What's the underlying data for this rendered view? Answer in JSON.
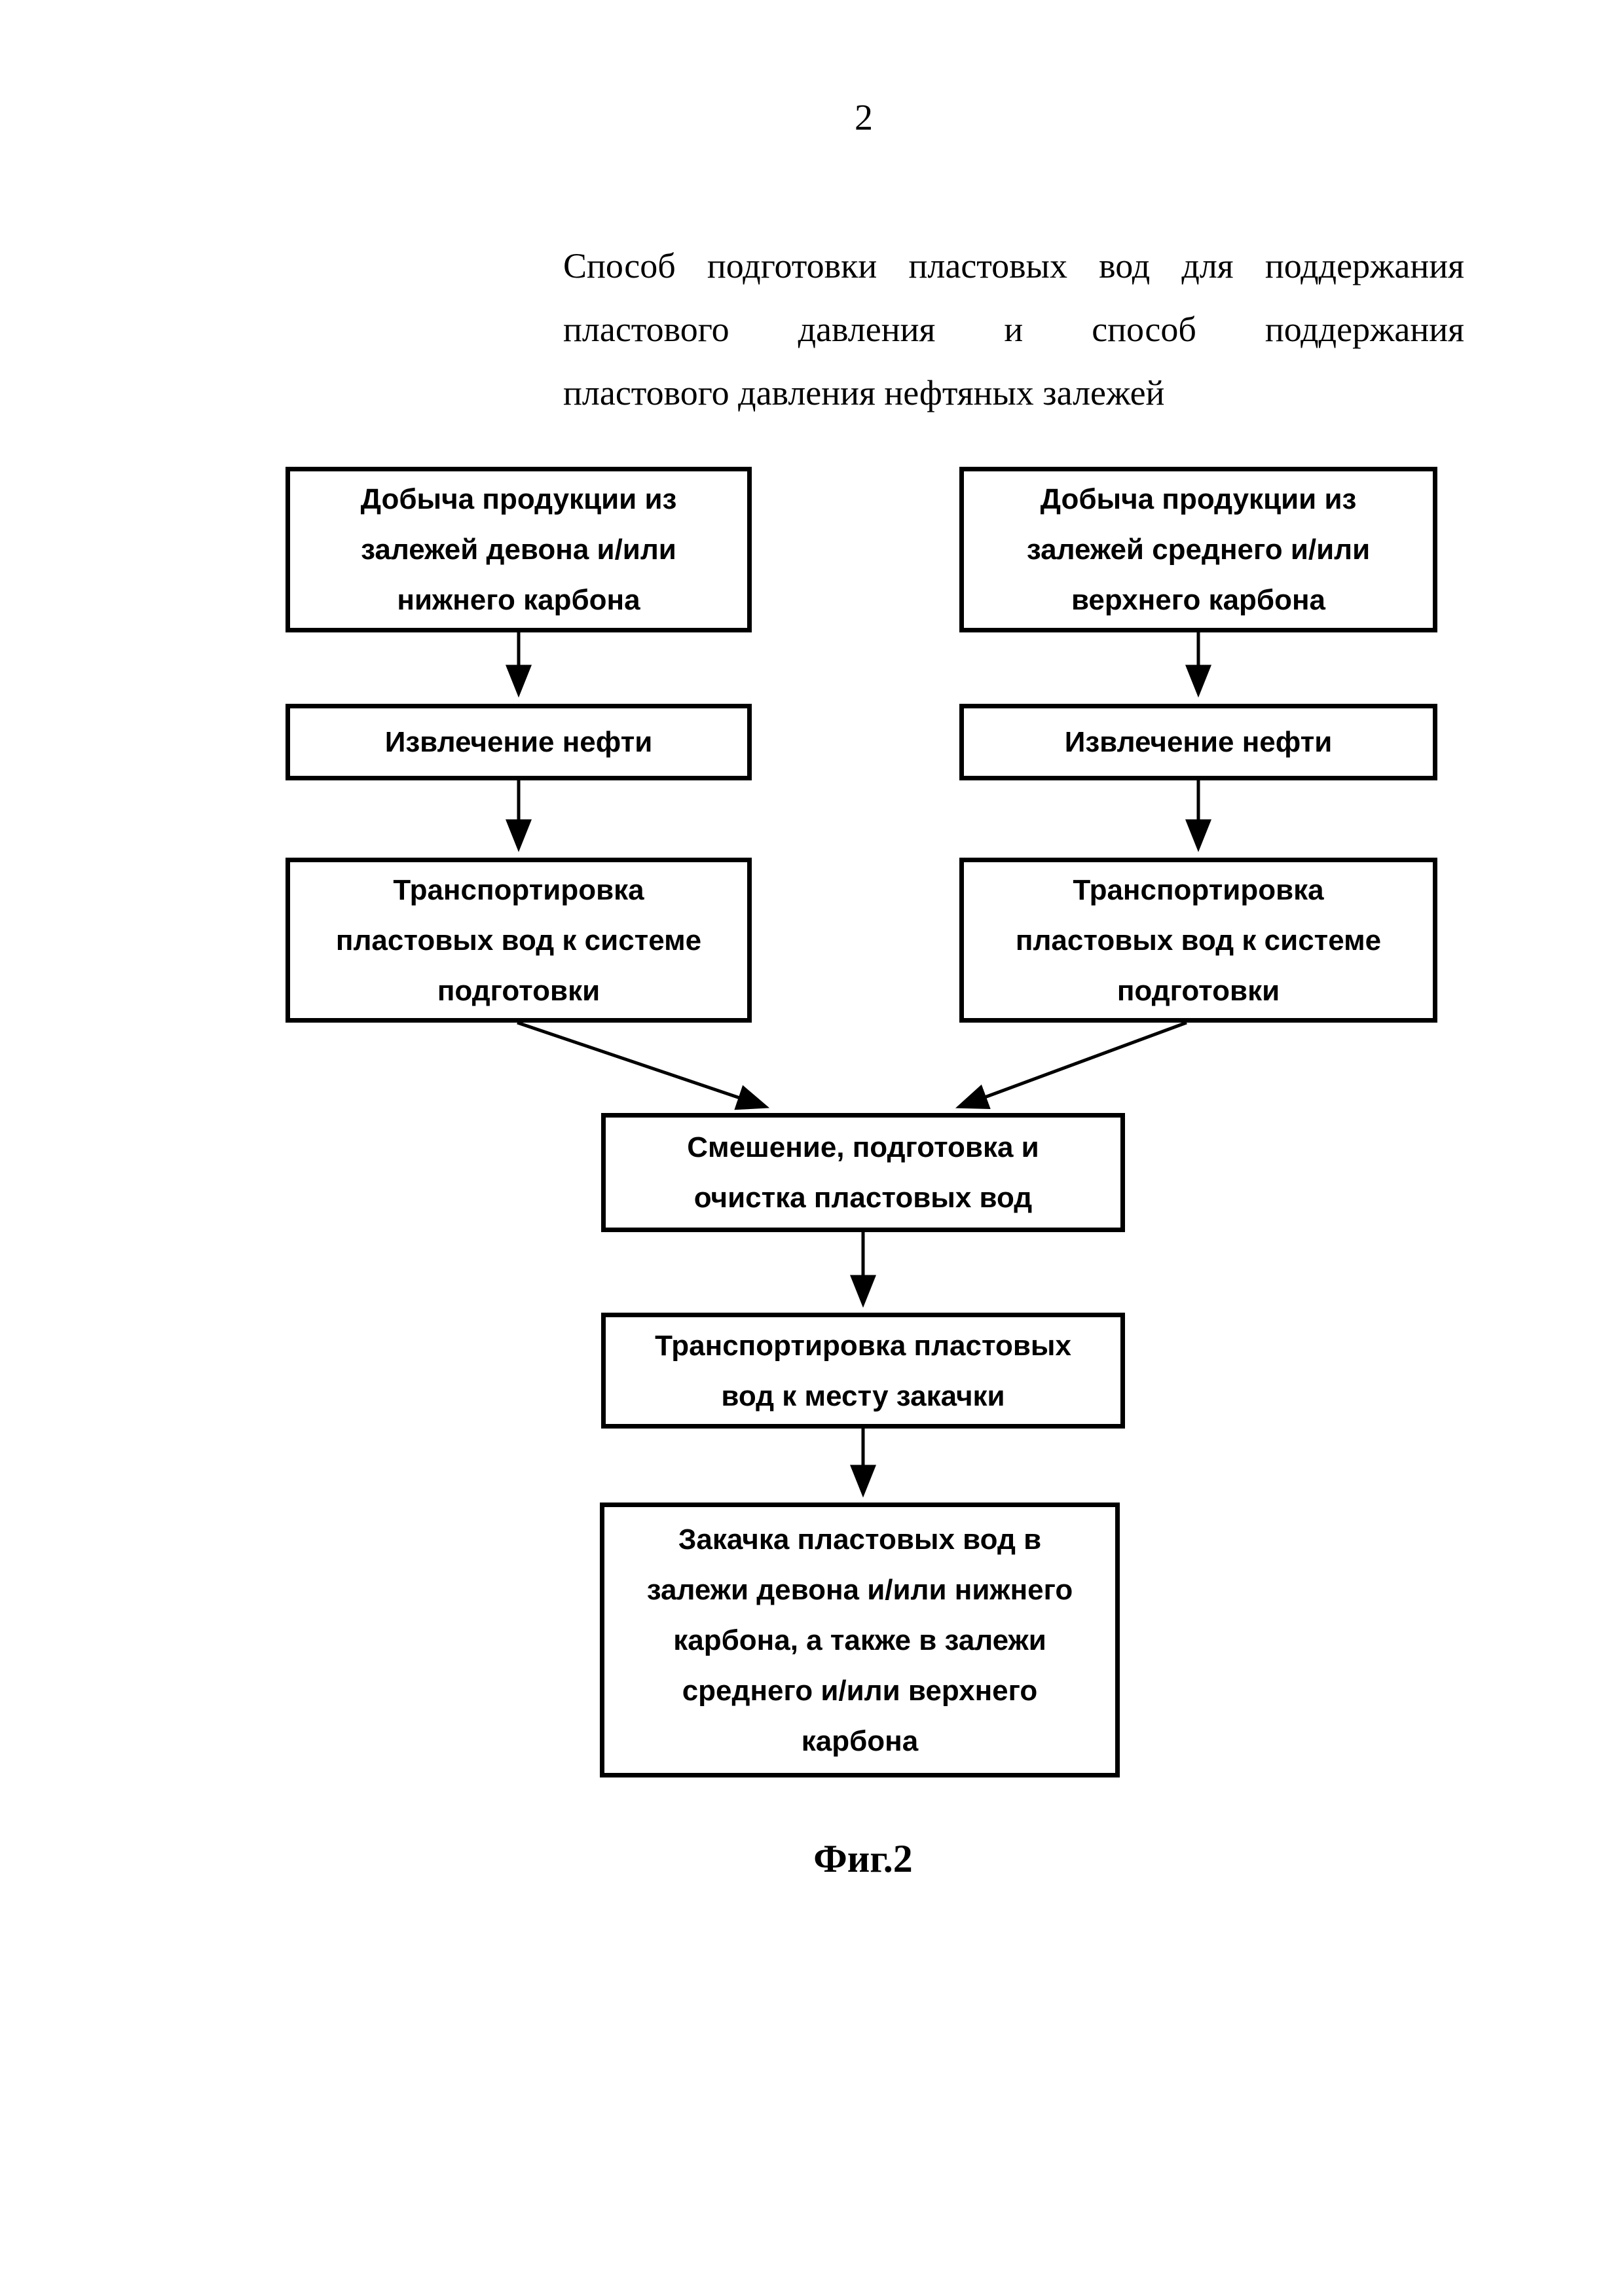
{
  "colors": {
    "paper": "#ffffff",
    "ink": "#000000"
  },
  "page_number": "2",
  "title": {
    "line1": "Способ подготовки пластовых вод для поддержания",
    "line2": "пластового давления и способ поддержания",
    "line3": "пластового давления нефтяных залежей"
  },
  "flowchart": {
    "left_branch": {
      "box1": "Добыча продукции из залежей девона и/или нижнего карбона",
      "box2": "Извлечение нефти",
      "box3": "Транспортировка пластовых вод к системе подготовки"
    },
    "right_branch": {
      "box1": "Добыча продукции из залежей среднего и/или верхнего карбона",
      "box2": "Извлечение нефти",
      "box3": "Транспортировка пластовых вод к системе подготовки"
    },
    "merged_branch": {
      "box1": "Смешение, подготовка и очистка пластовых вод",
      "box2": "Транспортировка пластовых вод к месту закачки",
      "box3": "Закачка пластовых вод в залежи девона и/или нижнего карбона, а также в залежи среднего и/или верхнего карбона"
    }
  },
  "figure_caption": "Фиг.2"
}
